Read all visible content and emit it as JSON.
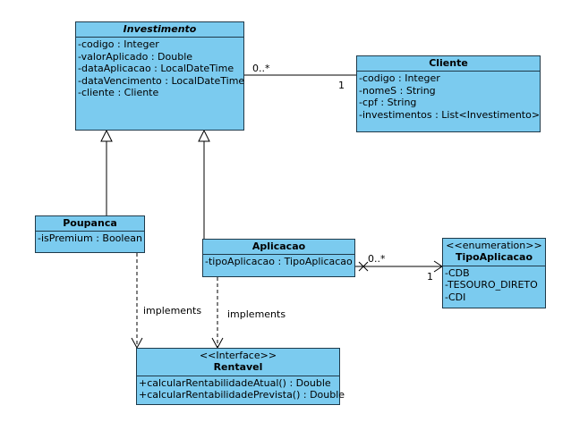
{
  "classes": {
    "investimento": {
      "name": "Investimento",
      "attributes": [
        "-codigo : Integer",
        "-valorAplicado : Double",
        "-dataAplicacao : LocalDateTime",
        "-dataVencimento : LocalDateTime",
        "-cliente : Cliente"
      ]
    },
    "cliente": {
      "name": "Cliente",
      "attributes": [
        "-codigo : Integer",
        "-nomeS : String",
        "-cpf : String",
        "-investimentos : List<Investimento>"
      ]
    },
    "poupanca": {
      "name": "Poupanca",
      "attributes": [
        "-isPremium : Boolean"
      ]
    },
    "aplicacao": {
      "name": "Aplicacao",
      "attributes": [
        "-tipoAplicacao : TipoAplicacao"
      ]
    },
    "tipoaplicacao": {
      "stereotype": "<<enumeration>>",
      "name": "TipoAplicacao",
      "literals": [
        "-CDB",
        "-TESOURO_DIRETO",
        "-CDI"
      ]
    },
    "rentavel": {
      "stereotype": "<<Interface>>",
      "name": "Rentavel",
      "operations": [
        "+calcularRentabilidadeAtual() : Double",
        "+calcularRentabilidadePrevista() : Double"
      ]
    }
  },
  "labels": {
    "inv_cliente_mult_inv": "0..*",
    "inv_cliente_mult_cli": "1",
    "apl_tipo_mult_apl": "0..*",
    "apl_tipo_mult_tipo": "1",
    "poupanca_implements": "implements",
    "aplicacao_implements": "implements"
  },
  "colors": {
    "class_fill": "#7bcbef",
    "class_border": "#1f3a4a",
    "line": "#000000"
  }
}
